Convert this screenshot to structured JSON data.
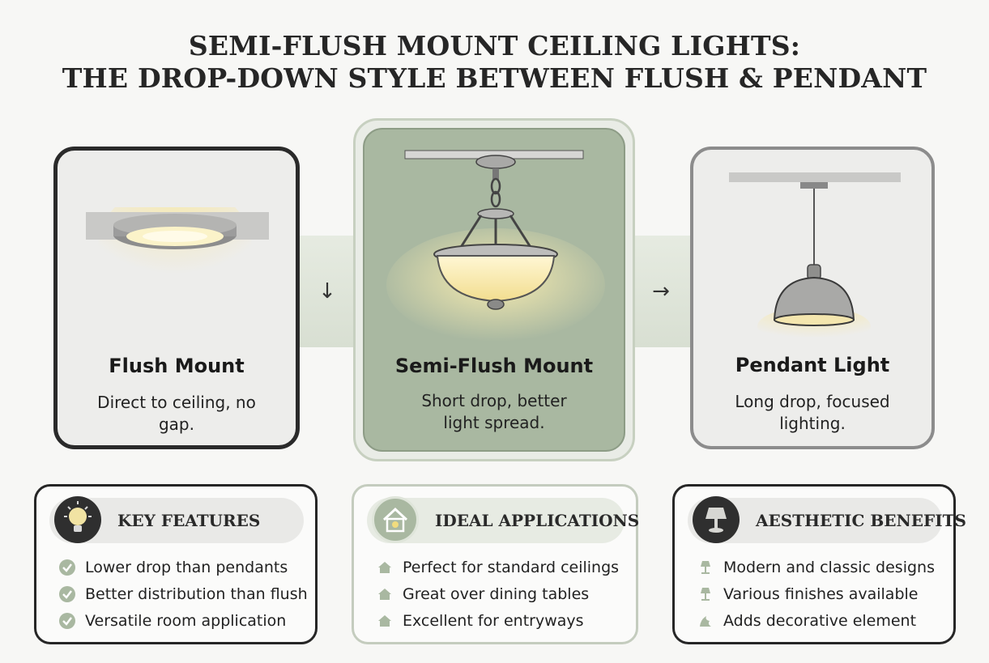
{
  "header": {
    "title_line1": "SEMI-FLUSH MOUNT CEILING LIGHTS:",
    "title_line2": "THE DROP-DOWN STYLE BETWEEN FLUSH & PENDANT"
  },
  "connectors": {
    "left_arrow": "↓",
    "right_arrow": "→"
  },
  "cards": [
    {
      "title": "Flush Mount",
      "desc_line1": "Direct to ceiling, no",
      "desc_line2": "gap."
    },
    {
      "title": "Semi-Flush Mount",
      "desc_line1": "Short drop, better",
      "desc_line2": "light spread."
    },
    {
      "title": "Pendant Light",
      "desc_line1": "Long drop, focused",
      "desc_line2": "lighting."
    }
  ],
  "panels": [
    {
      "title": "KEY FEATURES",
      "icon": "lightbulb-icon",
      "items": [
        "Lower drop than pendants",
        "Better distribution than flush",
        "Versatile room application"
      ]
    },
    {
      "title": "IDEAL APPLICATIONS",
      "icon": "house-icon",
      "items": [
        "Perfect for standard ceilings",
        "Great over dining tables",
        "Excellent for entryways"
      ]
    },
    {
      "title": "AESTHETIC BENEFITS",
      "icon": "lamp-icon",
      "items": [
        "Modern and classic designs",
        "Various finishes available",
        "Adds decorative element"
      ]
    }
  ],
  "colors": {
    "sage": "#a9b8a1",
    "dark": "#2a2a2a",
    "glow": "#f7e7a6"
  }
}
